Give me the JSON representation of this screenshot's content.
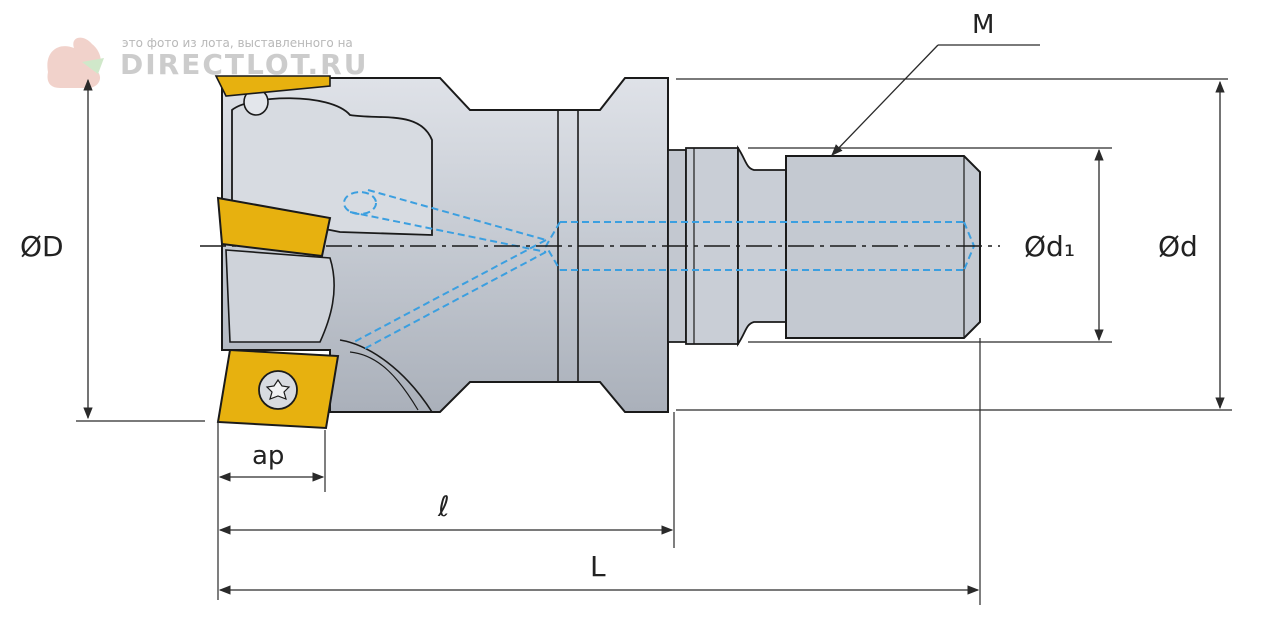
{
  "watermark": {
    "caption": "это фото из лота, выставленного на",
    "brand": "DIRECTLOT.RU"
  },
  "labels": {
    "diameter_D": "ØD",
    "diameter_d1": "Ød₁",
    "diameter_d": "Ød",
    "thread_M": "M",
    "depth_ap": "ap",
    "length_l": "ℓ",
    "length_L": "L"
  },
  "colors": {
    "body": "#c9ced6",
    "body_shade": "#aeb4be",
    "outline": "#1a1a1a",
    "insert": "#e7b10f",
    "coolant": "#3b9fe0",
    "dimension": "#2a2a2a"
  }
}
